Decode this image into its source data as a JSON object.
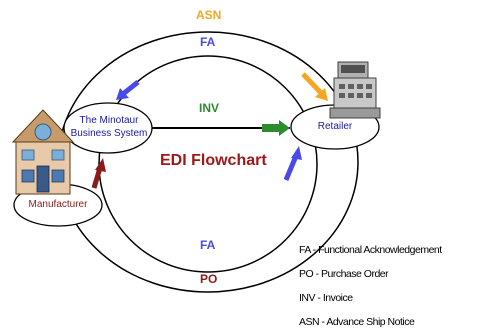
{
  "title": "EDI Flowchart",
  "nodes": {
    "minotaur": "The Minotaur Business System",
    "retailer": "Retailer",
    "manufacturer": "Manufacturer"
  },
  "flows": {
    "asn": "ASN",
    "fa_top": "FA",
    "inv": "INV",
    "fa_bottom": "FA",
    "po": "PO"
  },
  "legend": [
    "FA - Functional Acknowledgement",
    "PO - Purchase Order",
    "INV - Invoice",
    "ASN - Advance Ship Notice"
  ],
  "colors": {
    "asn": "#f5a623",
    "fa": "#4a4ae8",
    "inv": "#2e8b2e",
    "po": "#8b1a1a",
    "title": "#a01818",
    "node_text": "#1a1aa0",
    "manufacturer_text": "#8b1a1a"
  }
}
